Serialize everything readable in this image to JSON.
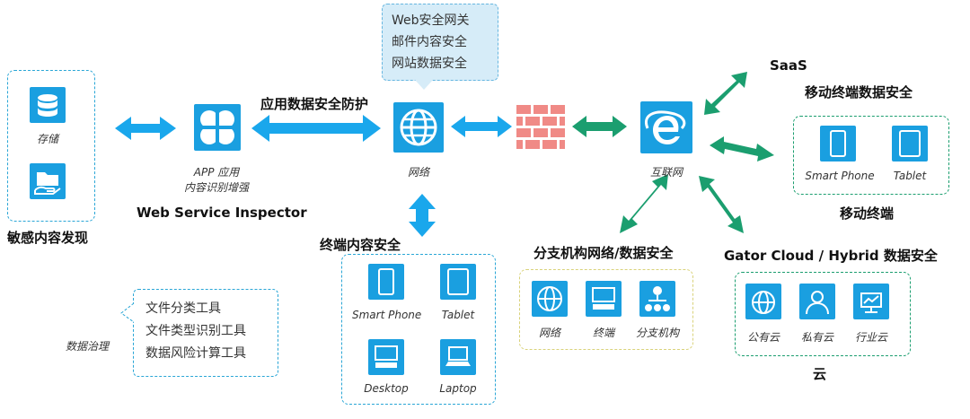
{
  "left": {
    "storage_label": "存储",
    "sensitive_title": "敏感内容发现"
  },
  "app": {
    "line1": "APP 应用",
    "line2": "内容识别增强",
    "title": "Web Service Inspector"
  },
  "arrow_label": "应用数据安全防护",
  "network": {
    "label": "网络",
    "callout": [
      "Web安全网关",
      "邮件内容安全",
      "网站数据安全"
    ]
  },
  "endpoint": {
    "title": "终端内容安全",
    "devices": [
      "Smart Phone",
      "Tablet",
      "Desktop",
      "Laptop"
    ]
  },
  "governance": {
    "label": "数据治理",
    "tools": [
      "文件分类工具",
      "文件类型识别工具",
      "数据风险计算工具"
    ]
  },
  "internet": {
    "label": "互联网"
  },
  "saas": "SaaS",
  "mobile": {
    "title": "移动终端数据安全",
    "devices": [
      "Smart Phone",
      "Tablet"
    ],
    "subtitle": "移动终端"
  },
  "branch": {
    "title": "分支机构网络/数据安全",
    "items": [
      "网络",
      "终端",
      "分支机构"
    ]
  },
  "cloud": {
    "title": "Gator Cloud / Hybrid 数据安全",
    "items": [
      "公有云",
      "私有云",
      "行业云"
    ],
    "subtitle": "云"
  },
  "colors": {
    "tile_blue": "#1a9fe0",
    "arrow_blue": "#1aa7ec",
    "arrow_green": "#1b9e6f",
    "firewall_red": "#f08a86"
  }
}
